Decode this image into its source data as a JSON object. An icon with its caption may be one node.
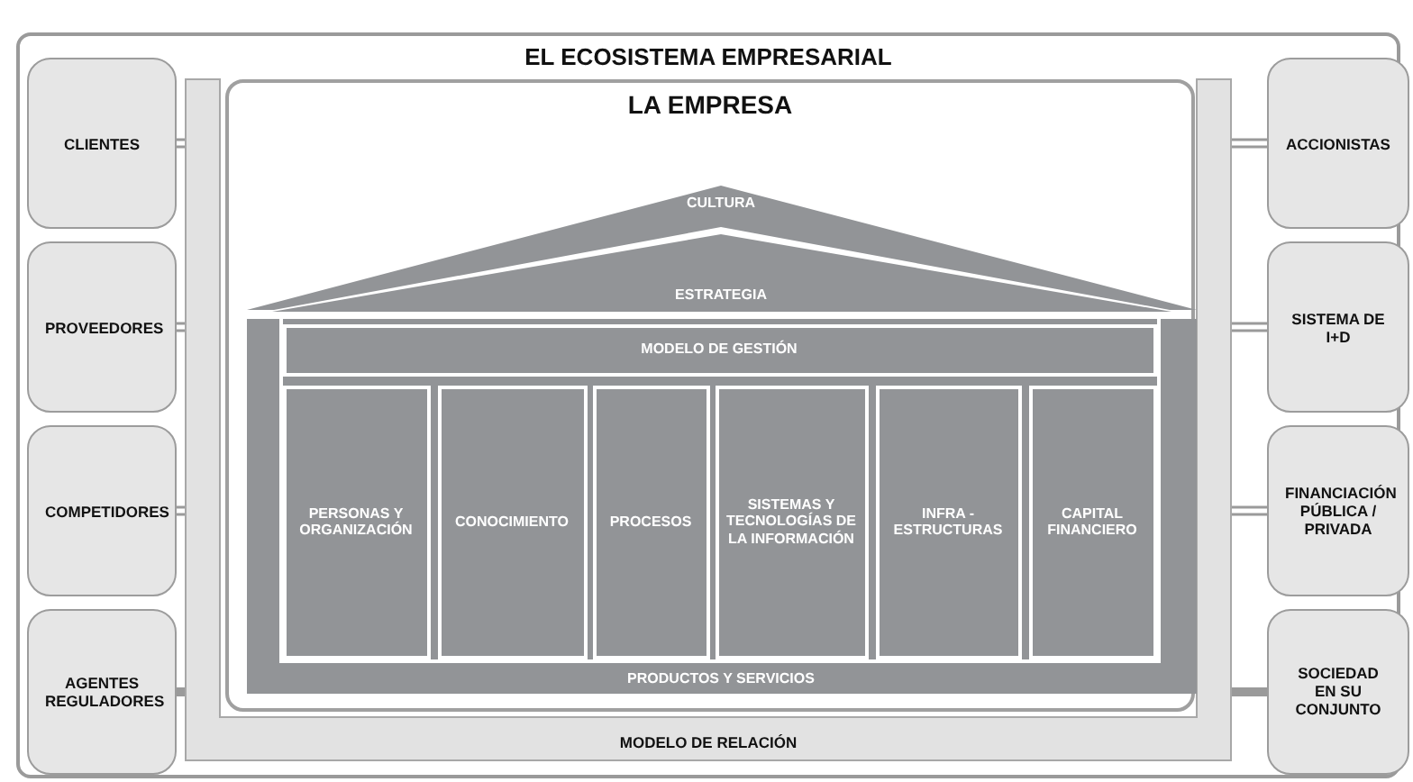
{
  "diagram": {
    "nodes": [
      {
        "text": [
          "EL ECOSISTEMA EMPRESARIAL"
        ]
      },
      {
        "text": [
          "MODELO DE RELACIÓN"
        ],
        "in": 0
      },
      {
        "text": [
          "LA EMPRESA"
        ],
        "in": 0
      },
      {
        "text": [
          "CULTURA"
        ],
        "in": 2
      },
      {
        "text": [
          "ESTRATEGIA"
        ],
        "in": 2
      },
      {
        "text": [
          "PRODUCTOS Y SERVICIOS"
        ],
        "in": 2
      },
      {
        "text": [
          "MODELO DE GESTIÓN"
        ],
        "in": 5
      },
      {
        "text": [
          "PERSONAS Y ORGANIZACIÓN"
        ],
        "in": 5
      },
      {
        "text": [
          "CONOCIMIENTO"
        ],
        "in": 5
      },
      {
        "text": [
          "PROCESOS"
        ],
        "in": 5
      },
      {
        "text": [
          "SISTEMAS Y TECNOLOGÍAS DE LA INFORMACIÓN"
        ],
        "in": 5
      },
      {
        "text": [
          "INFRA - ESTRUCTURAS"
        ],
        "in": 5
      },
      {
        "text": [
          "CAPITAL FINANCIERO"
        ],
        "in": 5
      },
      {
        "text": [
          "CLIENTES"
        ],
        "in": 0
      },
      {
        "text": [
          "PROVEEDORES"
        ],
        "in": 0
      },
      {
        "text": [
          "COMPETIDORES"
        ],
        "in": 0
      },
      {
        "text": [
          "AGENTES REGULADORES"
        ],
        "in": 0
      },
      {
        "text": [
          "ACCIONISTAS"
        ],
        "in": 0
      },
      {
        "text": [
          "SISTEMA DE I+D"
        ],
        "in": 0
      },
      {
        "text": [
          "FINANCIACIÓN PÚBLICA / PRIVADA"
        ],
        "in": 0
      },
      {
        "text": [
          "SOCIEDAD EN SU CONJUNTO"
        ],
        "in": 0
      }
    ],
    "edges": [
      {
        "from": 13,
        "to": 1,
        "arrow": "none"
      },
      {
        "from": 14,
        "to": 1,
        "arrow": "none"
      },
      {
        "from": 15,
        "to": 1,
        "arrow": "none"
      },
      {
        "from": 16,
        "to": 1,
        "arrow": "none",
        "style": "thick"
      },
      {
        "from": 17,
        "to": 1,
        "arrow": "none"
      },
      {
        "from": 18,
        "to": 1,
        "arrow": "none"
      },
      {
        "from": 19,
        "to": 1,
        "arrow": "none"
      },
      {
        "from": 20,
        "to": 1,
        "arrow": "none",
        "style": "thick"
      }
    ]
  }
}
